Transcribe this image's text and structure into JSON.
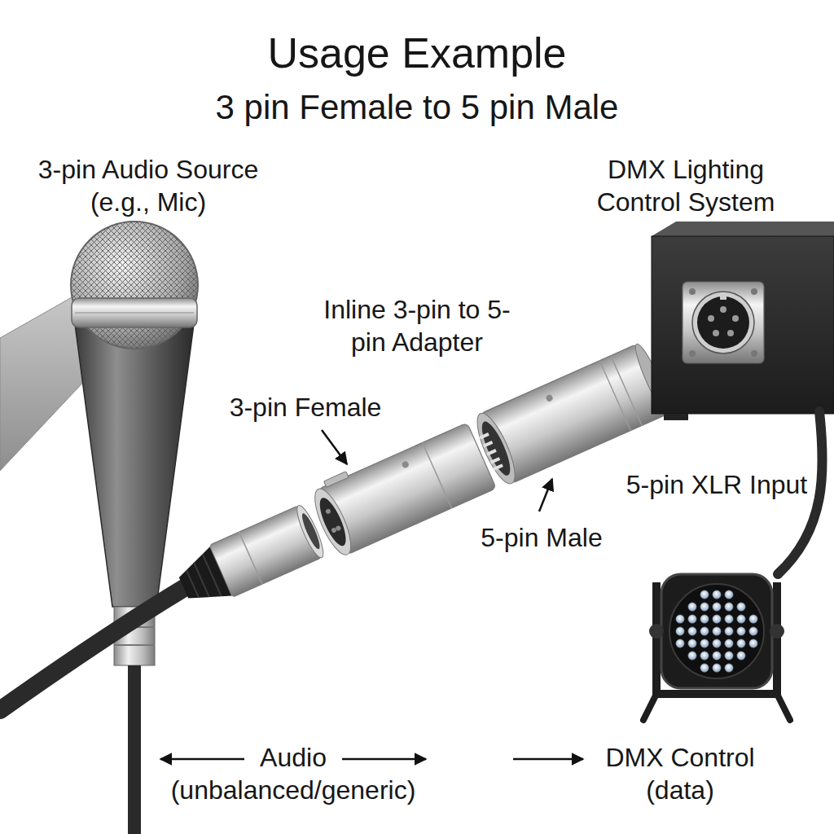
{
  "diagram": {
    "title": "Usage Example",
    "labels": [
      "3 pin Female to 5 pin Male",
      "3-pin Audio Source (e.g., Mic)",
      "DMX Lighting Control System",
      "Inline 3-pin to 5-pin Adapter",
      "3-pin Female",
      "5-pin XLR Input",
      "5-pin Male",
      "Audio (unbalanced/generic)",
      "DMX Control (data)"
    ]
  }
}
